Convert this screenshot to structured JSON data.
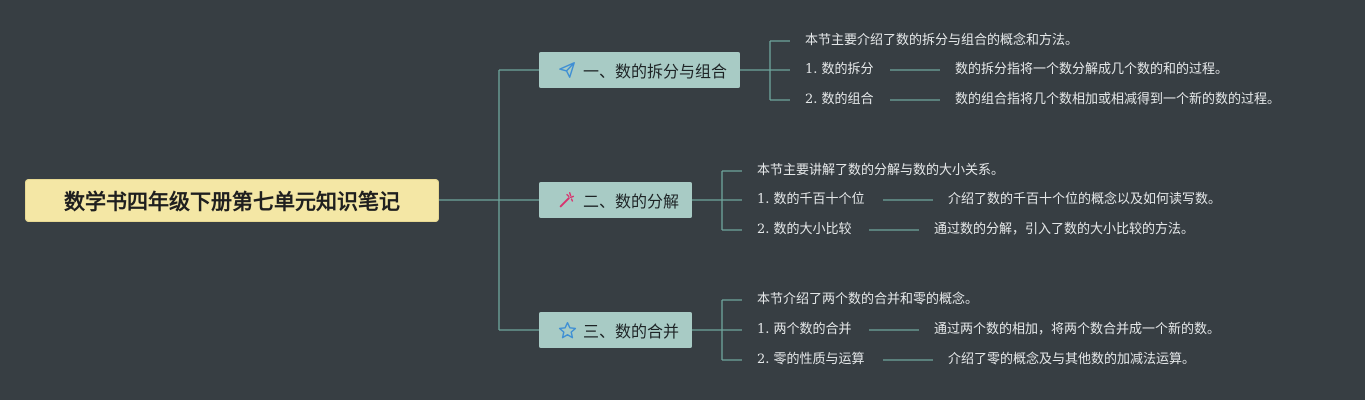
{
  "root": {
    "title": "数学书四年级下册第七单元知识笔记"
  },
  "branches": [
    {
      "label": "一、数的拆分与组合",
      "icon": "paper-plane-icon",
      "summary": "本节主要介绍了数的拆分与组合的概念和方法。",
      "items": [
        {
          "label": "1. 数的拆分",
          "detail": "数的拆分指将一个数分解成几个数的和的过程。"
        },
        {
          "label": "2. 数的组合",
          "detail": "数的组合指将几个数相加或相减得到一个新的数的过程。"
        }
      ]
    },
    {
      "label": "二、数的分解",
      "icon": "magic-wand-icon",
      "summary": "本节主要讲解了数的分解与数的大小关系。",
      "items": [
        {
          "label": "1. 数的千百十个位",
          "detail": "介绍了数的千百十个位的概念以及如何读写数。"
        },
        {
          "label": "2. 数的大小比较",
          "detail": "通过数的分解，引入了数的大小比较的方法。"
        }
      ]
    },
    {
      "label": "三、数的合并",
      "icon": "star-icon",
      "summary": "本节介绍了两个数的合并和零的概念。",
      "items": [
        {
          "label": "1. 两个数的合并",
          "detail": "通过两个数的相加，将两个数合并成一个新的数。"
        },
        {
          "label": "2. 零的性质与运算",
          "detail": "介绍了零的概念及与其他数的加减法运算。"
        }
      ]
    }
  ],
  "colors": {
    "background": "#373e43",
    "connector": "#6fa89e",
    "root_fill": "#f4e7a5",
    "branch_fill": "#a8cbc5",
    "plane_icon": "#3f8fd4",
    "wand_icon": "#d7336e",
    "star_icon": "#3f8fd4"
  }
}
